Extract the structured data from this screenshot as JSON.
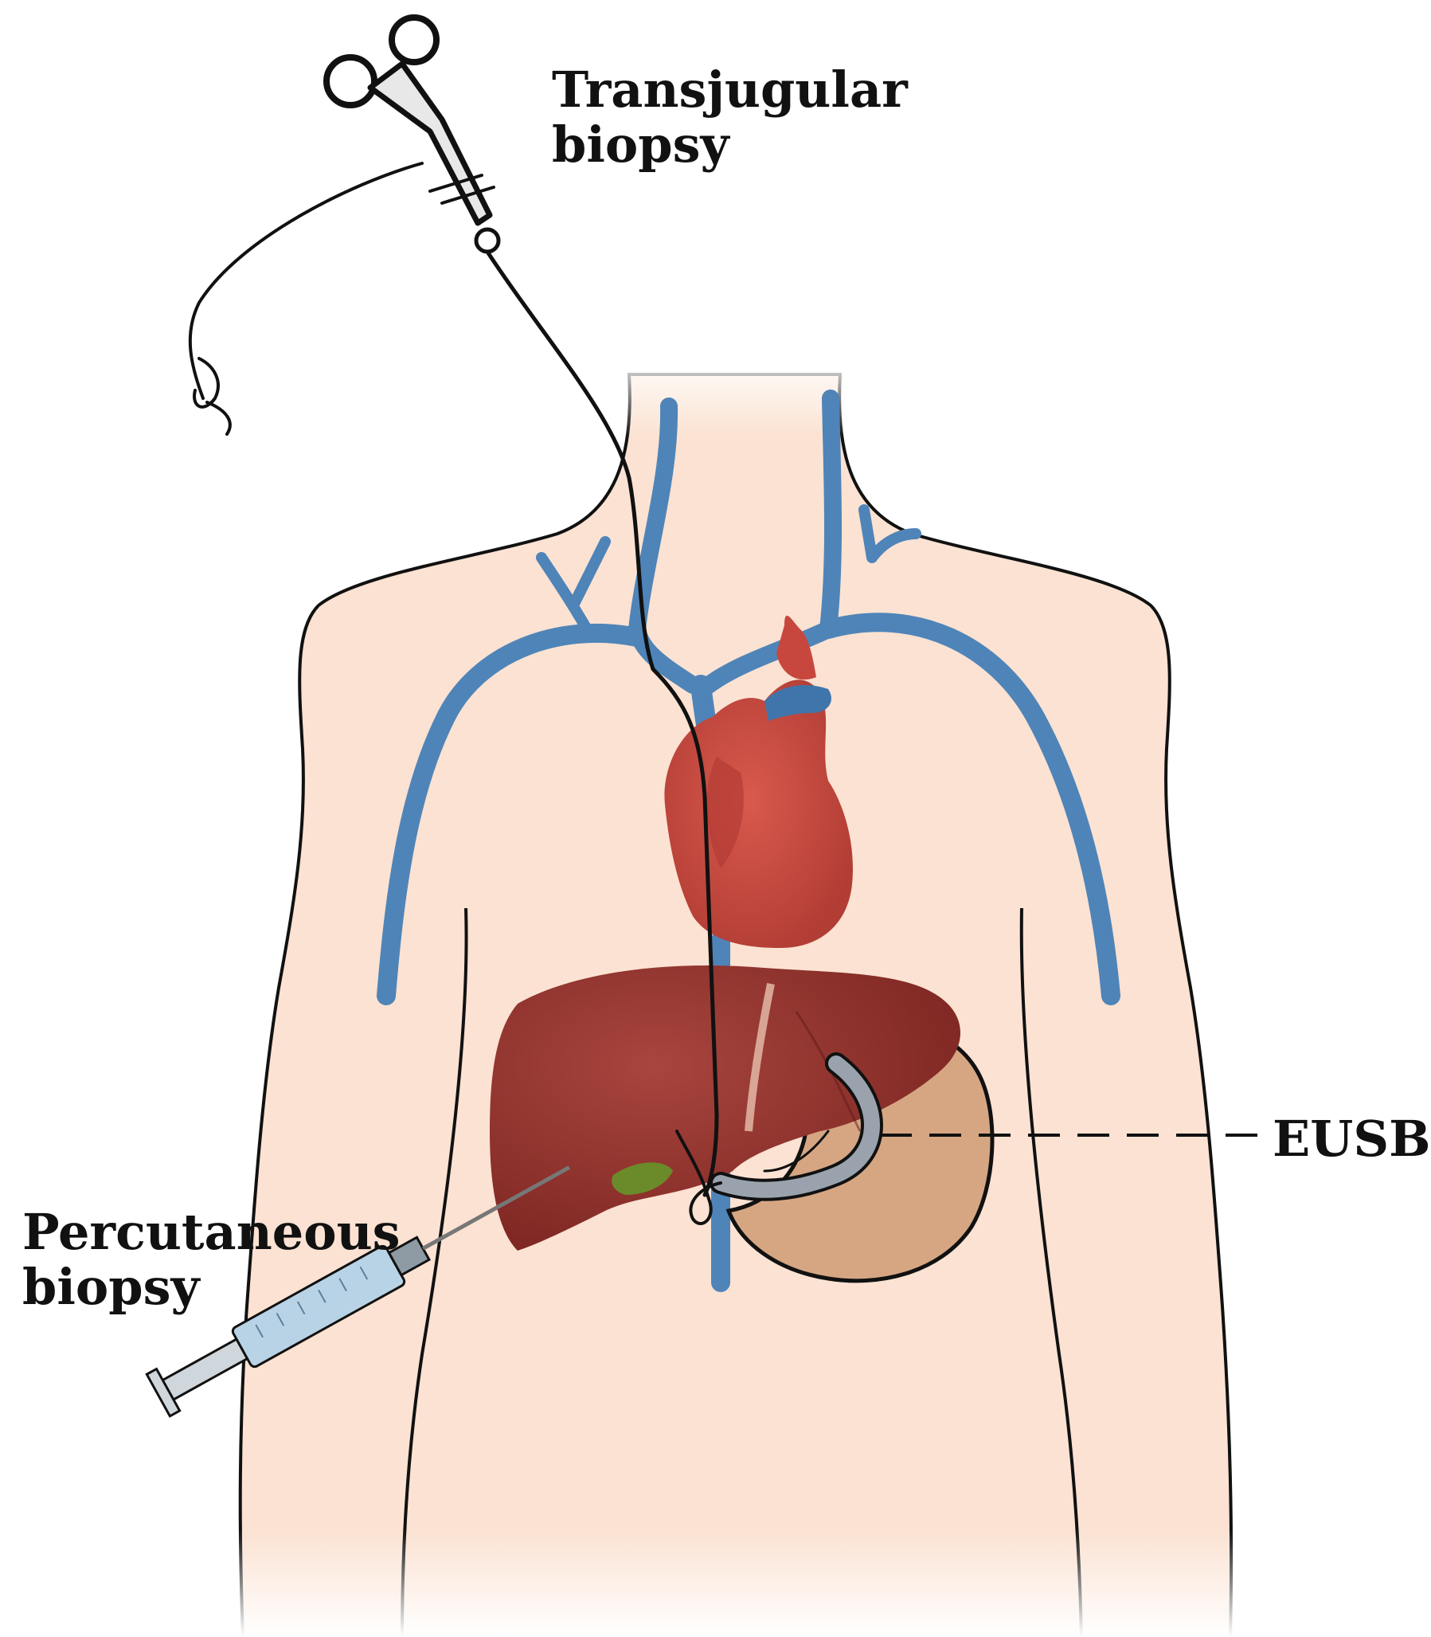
{
  "labels": {
    "transjugular": [
      "Transjugular",
      "biopsy"
    ],
    "percutaneous": [
      "Percutaneous",
      "biopsy"
    ],
    "eusb": "EUSB"
  },
  "colors": {
    "skin": "#fbe2d2",
    "outline": "#111111",
    "vein": "#4f84b8",
    "heart": "#c7473e",
    "liver": "#8e2b27",
    "stomach": "#d6a683",
    "gallbladder": "#6b8a2a",
    "instrument": "#9aa3ad",
    "syringe": "#b9d3e6"
  }
}
